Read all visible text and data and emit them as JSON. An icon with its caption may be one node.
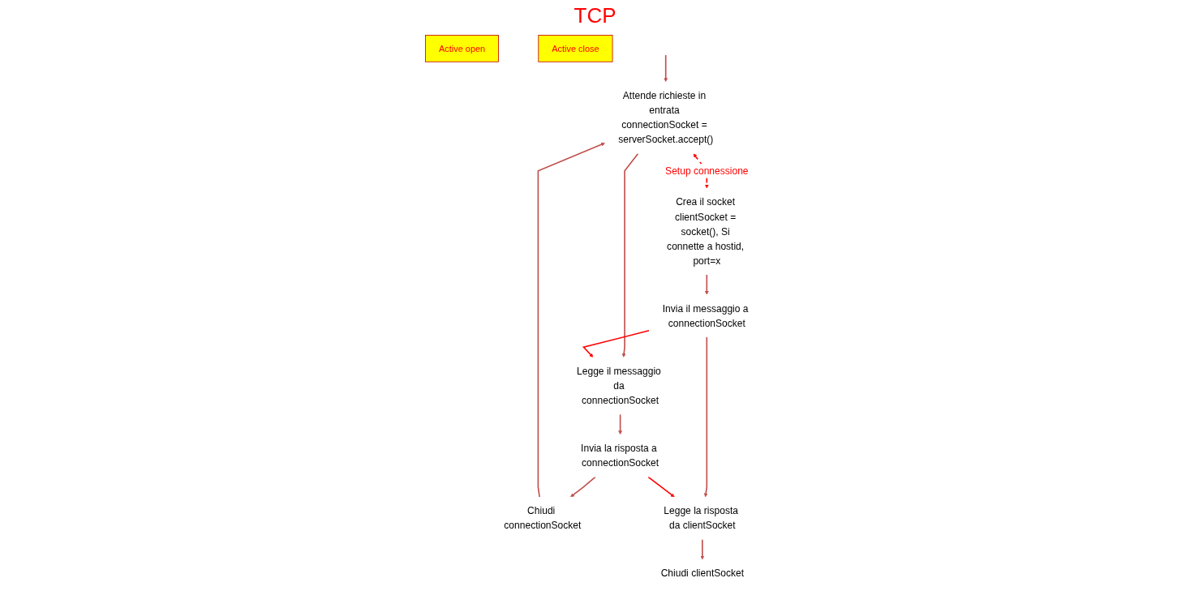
{
  "diagram": {
    "nodes": [
      {
        "text": [
          "Attende richieste in entrata connectionSocket = serverSocket.accept()"
        ]
      },
      {
        "text": [
          "Legge il messaggio da connectionSocket"
        ]
      },
      {
        "text": [
          "Invia la risposta a connectionSocket"
        ]
      },
      {
        "text": [
          "Chiudi connectionSocket"
        ]
      },
      {
        "text": [
          "Crea il socket clientSocket = socket(), Si connette a hostid, port=x"
        ]
      },
      {
        "text": [
          "Invia il messaggio a connectionSocket"
        ]
      },
      {
        "text": [
          "Legge la risposta da clientSocket"
        ]
      },
      {
        "text": [
          "Chiudi clientSocket"
        ]
      },
      {
        "text": [
          "Active open"
        ]
      },
      {
        "text": [
          "Active close"
        ]
      }
    ],
    "edges": [
      {
        "from": null,
        "to": 0,
        "arrow": "to"
      },
      {
        "from": 0,
        "to": 1,
        "arrow": "to"
      },
      {
        "from": 1,
        "to": 2,
        "arrow": "to"
      },
      {
        "from": 2,
        "to": 3,
        "arrow": "to"
      },
      {
        "from": 3,
        "to": 0,
        "arrow": "to"
      },
      {
        "from": 0,
        "to": 4,
        "arrow": "both",
        "label": "Setup connessione",
        "style": "dashed",
        "color": "#ff0000"
      },
      {
        "from": 4,
        "to": 5,
        "arrow": "to"
      },
      {
        "from": 5,
        "to": 6,
        "arrow": "to"
      },
      {
        "from": 6,
        "to": 7,
        "arrow": "to"
      },
      {
        "from": 5,
        "to": 1,
        "arrow": "to",
        "color": "#ff0000"
      },
      {
        "from": 2,
        "to": 6,
        "arrow": "to",
        "color": "#ff0000"
      }
    ],
    "labels": [
      "TCP"
    ]
  }
}
